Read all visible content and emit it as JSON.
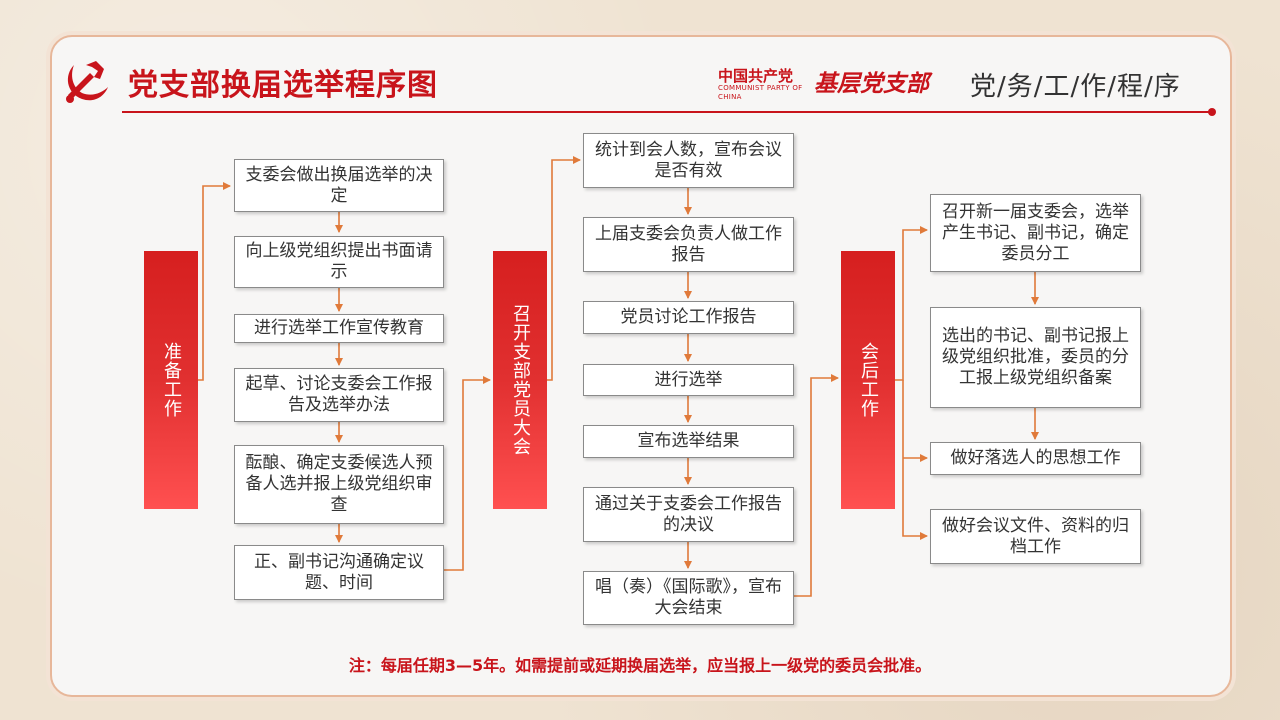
{
  "header": {
    "title": "党支部换届选举程序图",
    "brand_line1": "中国共产党",
    "brand_line2": "COMMUNIST PARTY OF CHINA",
    "brand_main": "基层党支部",
    "subtitle": "党/务/工/作/程/序"
  },
  "stages": {
    "prepare": "准备工作",
    "meeting": "召开支部党员大会",
    "after": "会后工作"
  },
  "prepare_steps": [
    "支委会做出换届选举的决定",
    "向上级党组织提出书面请示",
    "进行选举工作宣传教育",
    "起草、讨论支委会工作报告及选举办法",
    "酝酿、确定支委候选人预备人选并报上级党组织审查",
    "正、副书记沟通确定议题、时间"
  ],
  "meeting_steps": [
    "统计到会人数，宣布会议是否有效",
    "上届支委会负责人做工作报告",
    "党员讨论工作报告",
    "进行选举",
    "宣布选举结果",
    "通过关于支委会工作报告的决议",
    "唱（奏）《国际歌》，宣布大会结束"
  ],
  "after_steps": [
    "召开新一届支委会，选举产生书记、副书记，确定委员分工",
    "选出的书记、副书记报上级党组织批准，委员的分工报上级党组织备案",
    "做好落选人的思想工作",
    "做好会议文件、资料的归档工作"
  ],
  "note": "注：每届任期3—5年。如需提前或延期换届选举，应当报上一级党的委员会批准。",
  "colors": {
    "accent": "#c8141b",
    "arrow": "#e07a3a"
  }
}
